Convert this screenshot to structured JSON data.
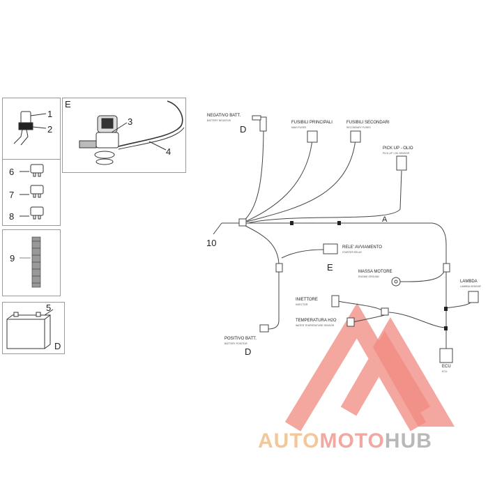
{
  "parts_panel": {
    "labels": [
      "1",
      "2",
      "3",
      "4",
      "5",
      "6",
      "7",
      "8",
      "9"
    ],
    "section_e": "E",
    "section_d": "D"
  },
  "diagram": {
    "harness_ref": "10",
    "branch_a": "A",
    "connectors": {
      "negative": {
        "label": "NEGATIVO BATT.",
        "sub": "BATTERY NEGATIVE",
        "letter": "D"
      },
      "main_fuses": {
        "label": "FUSIBILI PRINCIPALI",
        "sub": "MAIN FUSES"
      },
      "secondary_fuses": {
        "label": "FUSIBILI SECONDARI",
        "sub": "SECONDARY FUSES"
      },
      "pickup": {
        "label": "PICK UP - OLIO",
        "sub": "PICK UP / OIL SENSOR"
      },
      "starter_relay": {
        "label": "RELE' AVVIAMENTO",
        "sub": "STARTER RELAY",
        "letter": "E"
      },
      "engine_ground": {
        "label": "MASSA MOTORE",
        "sub": "ENGINE GROUND"
      },
      "lambda": {
        "label": "LAMBDA",
        "sub": "LAMBDA SENSOR"
      },
      "injector": {
        "label": "INIETTORE",
        "sub": "INJECTOR"
      },
      "water_temp": {
        "label": "TEMPERATURA H2O",
        "sub": "WATER TEMPERATURE SENSOR"
      },
      "positive": {
        "label": "POSITIVO BATT.",
        "sub": "BATTERY POSITIVE",
        "letter": "D"
      },
      "ecu": {
        "label": "ECU",
        "sub": "ECU"
      }
    }
  },
  "watermark": {
    "part1": "AUTO",
    "part2": "MOTO",
    "part3": "HUB",
    "color1": "#f3c79a",
    "color2": "#f0a8a0",
    "color3": "#b8b8b8"
  }
}
